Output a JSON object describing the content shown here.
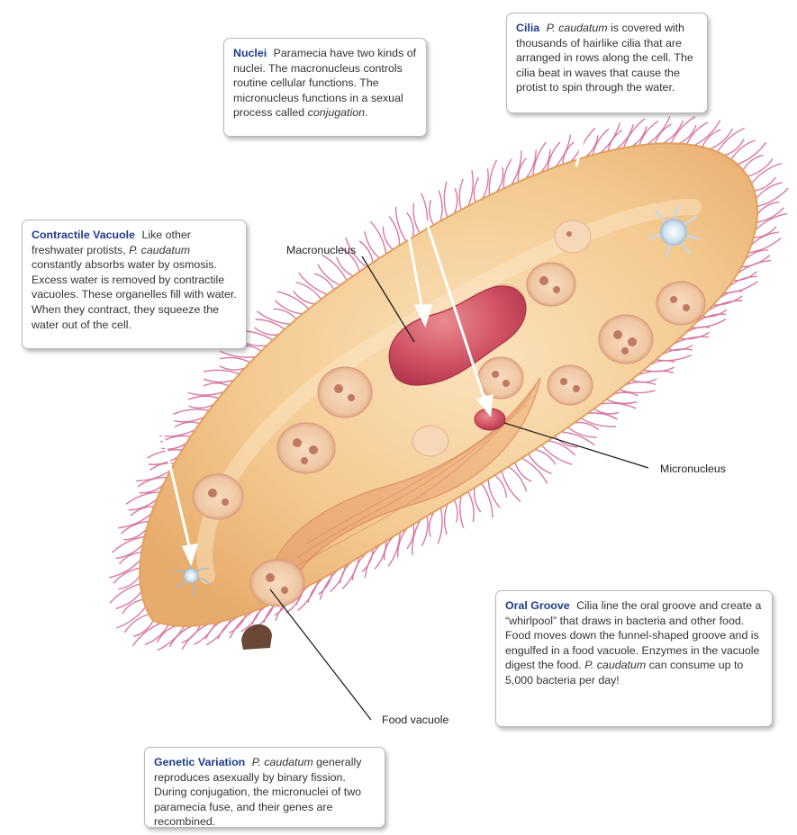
{
  "callouts": {
    "nuclei": {
      "title": "Nuclei",
      "text": "Paramecia have two kinds of nuclei. The macronucleus controls routine cellular functions. The micronucleus functions in a sexual process called",
      "italic": "conjugation",
      "end": "."
    },
    "cilia": {
      "title": "Cilia",
      "italic": "P. caudatum",
      "text": "is covered with thousands of hairlike cilia that are arranged in rows along the cell. The cilia beat in waves that cause the protist to spin through the water."
    },
    "contractile": {
      "title": "Contractile Vacuole",
      "text_a": "Like other freshwater protists,",
      "italic": "P. caudatum",
      "text_b": "constantly absorbs water by osmosis. Excess water is removed by contractile vacuoles. These organelles fill with water. When they contract, they squeeze the water out of the cell."
    },
    "oral": {
      "title": "Oral Groove",
      "text": "Cilia line the oral groove and create a “whirlpool” that draws in bacteria and other food. Food moves down the funnel-shaped groove and is engulfed in a food vacuole. Enzymes in the vacuole digest the food.",
      "italic": "P. caudatum",
      "text_b": "can consume up to 5,000 bacteria per day!"
    },
    "genetic": {
      "title": "Genetic Variation",
      "italic": "P. caudatum",
      "text": "generally reproduces asexually by binary fission. During conjugation, the micronuclei of two paramecia fuse, and their genes are recombined."
    }
  },
  "labels": {
    "macronucleus": "Macronucleus",
    "micronucleus": "Micronucleus",
    "food_vacuole": "Food vacuole"
  },
  "colors": {
    "heading": "#1d3c8a",
    "cytoplasm": "#f2c68a",
    "cilia": "#d46a9a",
    "macronucleus": "#c9485f"
  }
}
